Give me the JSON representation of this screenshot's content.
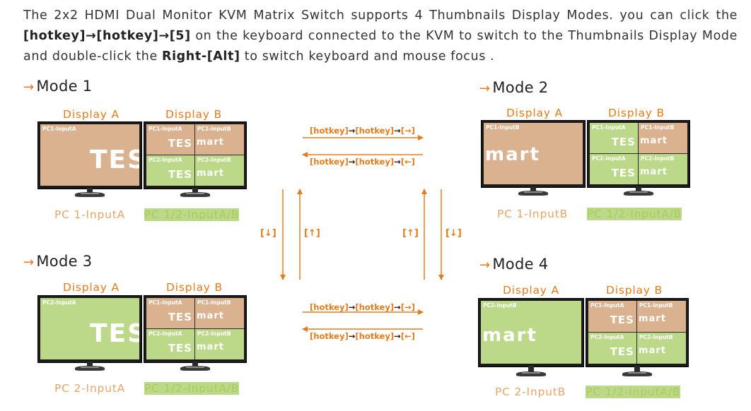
{
  "intro": {
    "p1": "The 2x2 HDMI Dual Monitor KVM Matrix Switch supports 4 Thumbnails Display Modes. you can click the ",
    "k1": "[hotkey]→[hotkey]→[5]",
    "p2": " on the keyboard connected to the KVM to switch to the Thumbnails Display Mode and double-click the ",
    "k2": "Right-[Alt]",
    "p3": " to switch keyboard and mouse focus ."
  },
  "display_a": "Display A",
  "display_b": "Display B",
  "arrow_glyph": "→",
  "quad_tags": [
    "PC1-InputA",
    "PC1-InputB",
    "PC2-InputA",
    "PC2-InputB"
  ],
  "quad_text": [
    "TES",
    "mart"
  ],
  "modes": [
    {
      "title": "Mode 1",
      "left_tag": "PC1-InputA",
      "left_text": "TES",
      "left_label": "PC 1-InputA",
      "right_label": "PC 1/2-InputA/B"
    },
    {
      "title": "Mode 2",
      "left_tag": "PC1-InputB",
      "left_text": "mart",
      "left_label": "PC 1-InputB",
      "right_label": "PC 1/2-InputA/B"
    },
    {
      "title": "Mode 3",
      "left_tag": "PC2-InputA",
      "left_text": "TES",
      "left_label": "PC 2-InputA",
      "right_label": "PC 1/2-InputA/B"
    },
    {
      "title": "Mode 4",
      "left_tag": "PC2-InputB",
      "left_text": "mart",
      "left_label": "PC 2-InputB",
      "right_label": "PC 1/2-InputA/B"
    }
  ],
  "hotkeys": {
    "h1": "[hotkey]",
    "a1": "→",
    "h2": "[hotkey]",
    "a2": "→",
    "right": "[→]",
    "left": "[←]",
    "up": "[↑]",
    "down": "[↓]"
  },
  "colors": {
    "accent": "#e57b1b",
    "tan": "#dab28f",
    "green": "#bcd98a",
    "bezel": "#1b1b1b"
  }
}
